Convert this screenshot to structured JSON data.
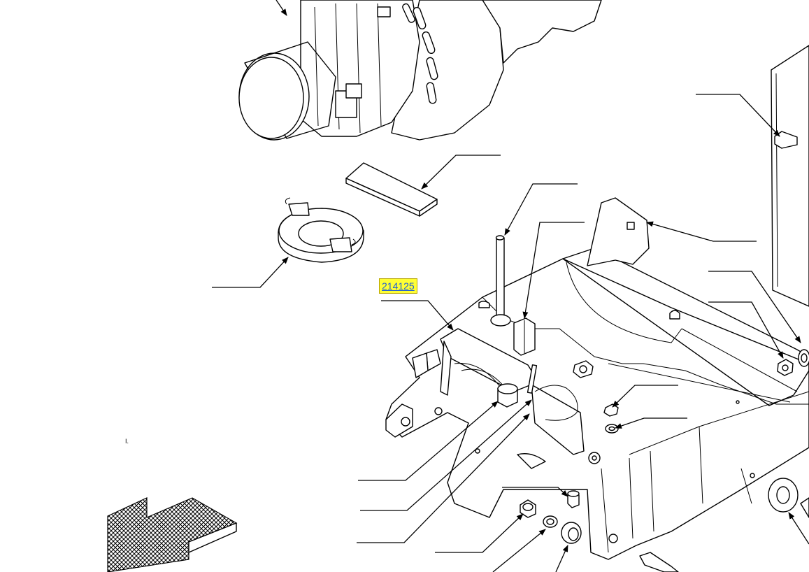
{
  "diagram": {
    "part_numbers": [
      {
        "id": "callout-1",
        "text": "214125"
      }
    ],
    "stray_marks": [
      {
        "text": "I."
      }
    ]
  }
}
